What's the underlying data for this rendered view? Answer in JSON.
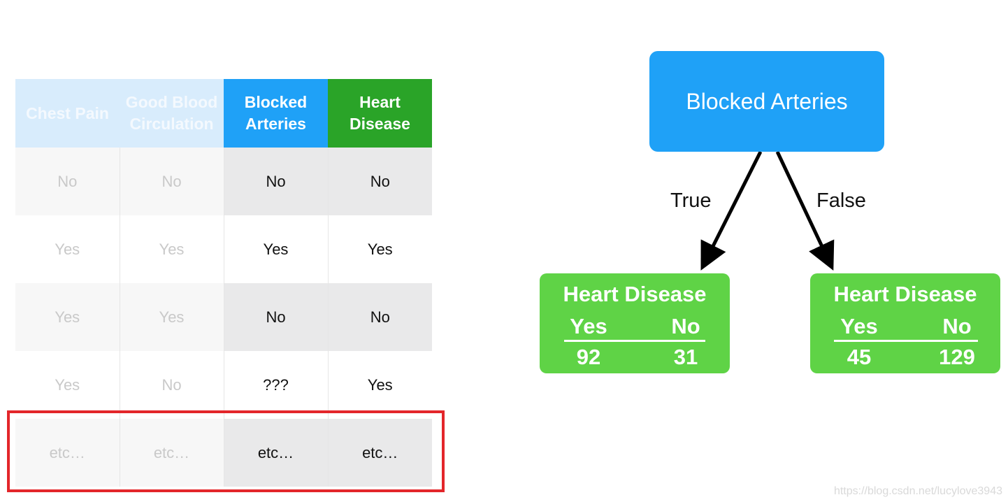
{
  "table": {
    "headers": [
      "Chest Pain",
      "Good Blood Circulation",
      "Blocked Arteries",
      "Heart Disease"
    ],
    "rows": [
      [
        "No",
        "No",
        "No",
        "No"
      ],
      [
        "Yes",
        "Yes",
        "Yes",
        "Yes"
      ],
      [
        "Yes",
        "Yes",
        "No",
        "No"
      ],
      [
        "Yes",
        "No",
        "???",
        "Yes"
      ],
      [
        "etc…",
        "etc…",
        "etc…",
        "etc…"
      ]
    ]
  },
  "tree": {
    "root": "Blocked Arteries",
    "true_label": "True",
    "false_label": "False",
    "left_leaf": {
      "title": "Heart Disease",
      "yes_label": "Yes",
      "no_label": "No",
      "yes_count": "92",
      "no_count": "31"
    },
    "right_leaf": {
      "title": "Heart Disease",
      "yes_label": "Yes",
      "no_label": "No",
      "yes_count": "45",
      "no_count": "129"
    }
  },
  "colors": {
    "header_faded": "#d8ecfc",
    "header_blue": "#1fa1f7",
    "header_green": "#2aa428",
    "leaf_green": "#5fd346",
    "highlight_red": "#e3262a"
  },
  "watermark": "https://blog.csdn.net/lucylove3943"
}
